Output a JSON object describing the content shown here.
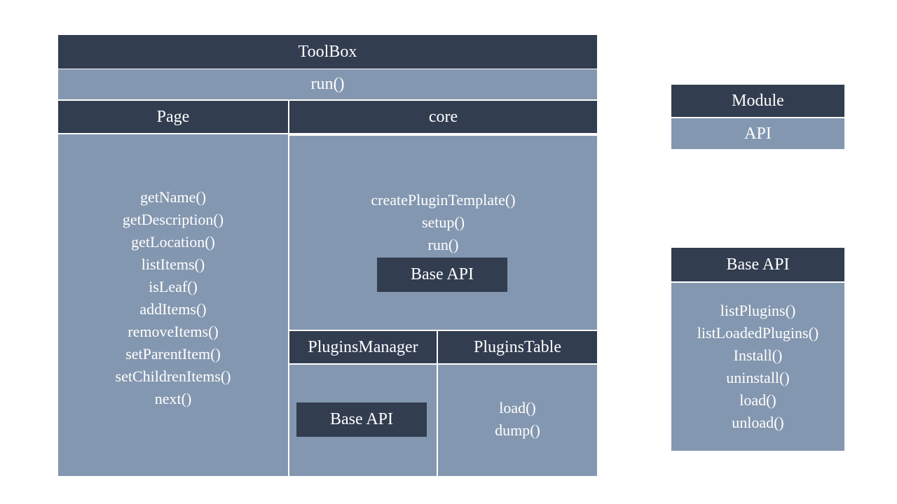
{
  "toolbox": {
    "title": "ToolBox",
    "run_method": "run()",
    "page": {
      "title": "Page",
      "methods": [
        "getName()",
        "getDescription()",
        "getLocation()",
        "listItems()",
        "isLeaf()",
        "addItems()",
        "removeItems()",
        "setParentItem()",
        "setChildrenItems()",
        "next()"
      ]
    },
    "core": {
      "title": "core",
      "methods": [
        "createPluginTemplate()",
        "setup()",
        "run()"
      ],
      "base_api_label": "Base API"
    },
    "plugins_manager": {
      "title": "PluginsManager",
      "base_api_label": "Base API"
    },
    "plugins_table": {
      "title": "PluginsTable",
      "methods": [
        "load()",
        "dump()"
      ]
    }
  },
  "module": {
    "title": "Module",
    "body": "API"
  },
  "base_api": {
    "title": "Base API",
    "methods": [
      "listPlugins()",
      "listLoadedPlugins()",
      "Install()",
      "uninstall()",
      "load()",
      "unload()"
    ]
  },
  "colors": {
    "header": "#323d50",
    "body": "#8497b0",
    "text": "#ffffff"
  }
}
